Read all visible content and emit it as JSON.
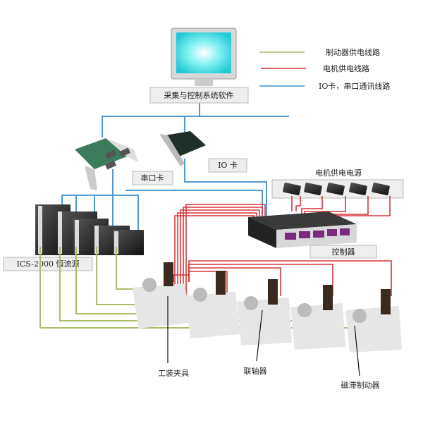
{
  "legend": [
    {
      "label": "制动器供电线路",
      "color": "#a9bd6a"
    },
    {
      "label": "电机供电线路",
      "color": "#d9353a"
    },
    {
      "label": "IO卡，串口通讯线路",
      "color": "#3b8fd0"
    }
  ],
  "nodes": {
    "software": "采集与控制系统软件",
    "serial_card": "串口卡",
    "io_card": "IO 卡",
    "motor_power": "电机供电电源",
    "controller": "控制器",
    "current_source": "ICS-2000 恒流源"
  },
  "callouts": {
    "fixture": "工装夹具",
    "coupling": "联轴器",
    "brake": "磁滞制动器"
  }
}
